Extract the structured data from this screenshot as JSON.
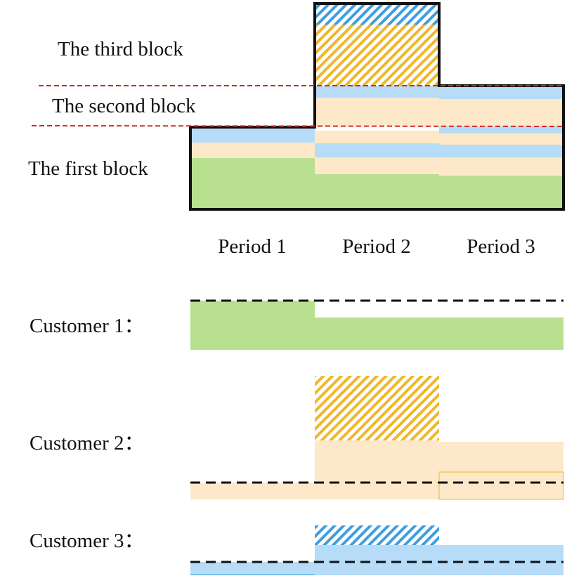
{
  "block_labels": {
    "third": "The third block",
    "second": "The second block",
    "first": "The first block"
  },
  "periods": [
    "Period 1",
    "Period 2",
    "Period 3"
  ],
  "customers": [
    {
      "label": "Customer 1："
    },
    {
      "label": "Customer 2："
    },
    {
      "label": "Customer 3："
    }
  ],
  "colors": {
    "green": "#b9e08f",
    "peach": "#fde8c9",
    "blue": "#b6dcf7",
    "hatch_orange": "#f0b72b",
    "hatch_blue": "#3e9ee0",
    "red_dash": "#d42a2a",
    "outline": "#111111"
  }
}
